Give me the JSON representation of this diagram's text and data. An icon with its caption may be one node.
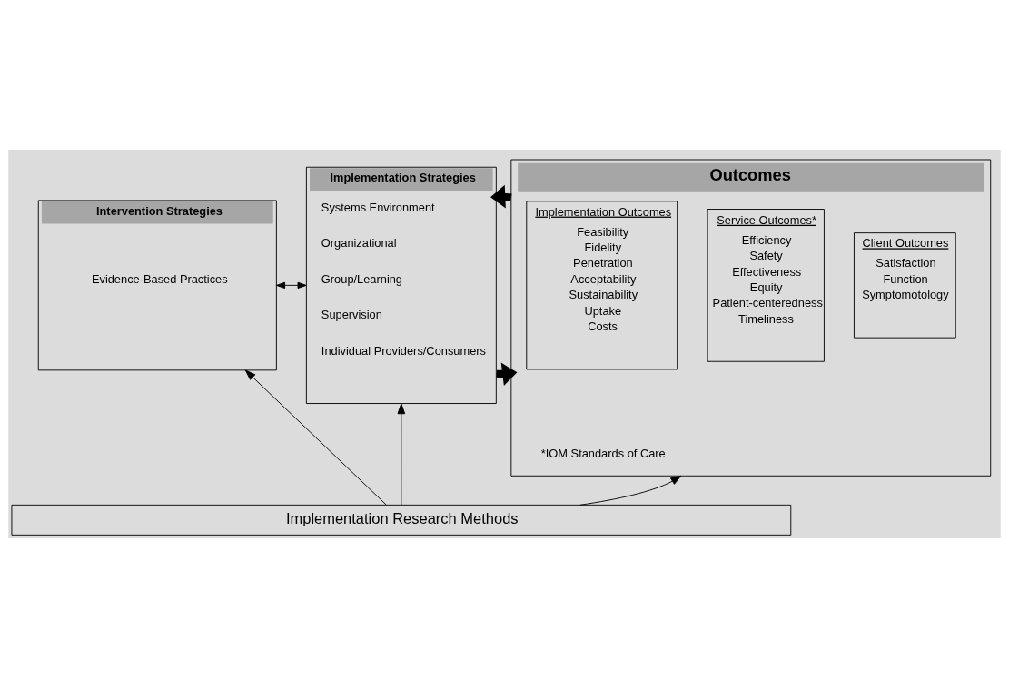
{
  "diagram": {
    "nodes": [
      {
        "text": [
          "Intervention Strategies",
          "Evidence-Based Practices"
        ]
      },
      {
        "text": [
          "Implementation Strategies",
          "Systems Environment",
          "Organizational",
          "Group/Learning",
          "Supervision",
          "Individual Providers/Consumers"
        ]
      },
      {
        "text": [
          "Outcomes",
          "*IOM Standards of Care"
        ]
      },
      {
        "text": [
          "Implementation Outcomes",
          "Feasibility",
          "Fidelity",
          "Penetration",
          "Acceptability",
          "Sustainability",
          "Uptake",
          "Costs"
        ],
        "in": 2
      },
      {
        "text": [
          "Service Outcomes*",
          "Efficiency",
          "Safety",
          "Effectiveness",
          "Equity",
          "Patient-centeredness",
          "Timeliness"
        ],
        "in": 2
      },
      {
        "text": [
          "Client Outcomes",
          "Satisfaction",
          "Function",
          "Symptomotology"
        ],
        "in": 2
      },
      {
        "text": [
          "Implementation Research Methods"
        ]
      }
    ],
    "edges": [
      {
        "from": 0,
        "to": 1,
        "arrow": "both"
      },
      {
        "from": 1,
        "to": 2,
        "arrow": "to",
        "style": "thick"
      },
      {
        "from": 2,
        "to": 1,
        "arrow": "to",
        "style": "thick"
      },
      {
        "from": 6,
        "to": 0,
        "arrow": "to"
      },
      {
        "from": 6,
        "to": 1,
        "arrow": "to"
      },
      {
        "from": 6,
        "to": 2,
        "arrow": "to"
      }
    ]
  }
}
